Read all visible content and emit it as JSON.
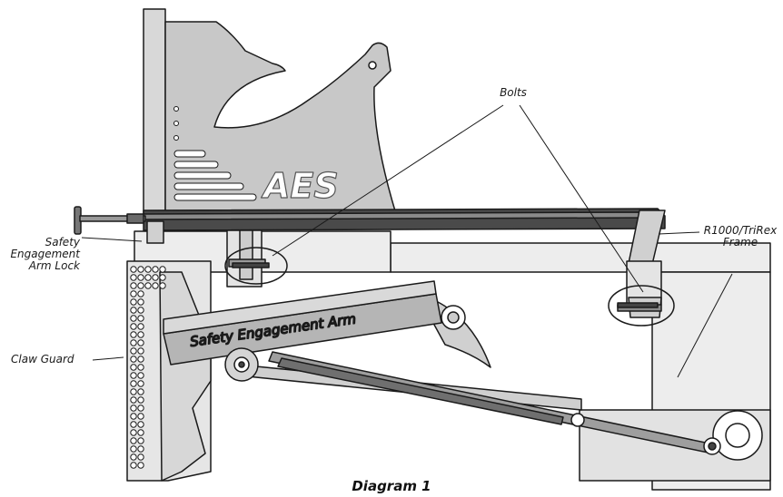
{
  "logo": "AES",
  "labels": {
    "bolts": "Bolts",
    "frame_line1": "R1000/TriRex",
    "frame_line2": "Frame",
    "lock_line1": "Safety",
    "lock_line2": "Engagement",
    "lock_line3": "Arm Lock",
    "arm": "Safety Engagement Arm",
    "claw_guard": "Claw Guard"
  },
  "caption": "Diagram 1",
  "colors": {
    "line": "#1a1a1a",
    "plate_fill": "#c8c8c8",
    "frame_fill": "#ededed",
    "arm_fill": "#b5b5b5",
    "background": "#ffffff"
  }
}
